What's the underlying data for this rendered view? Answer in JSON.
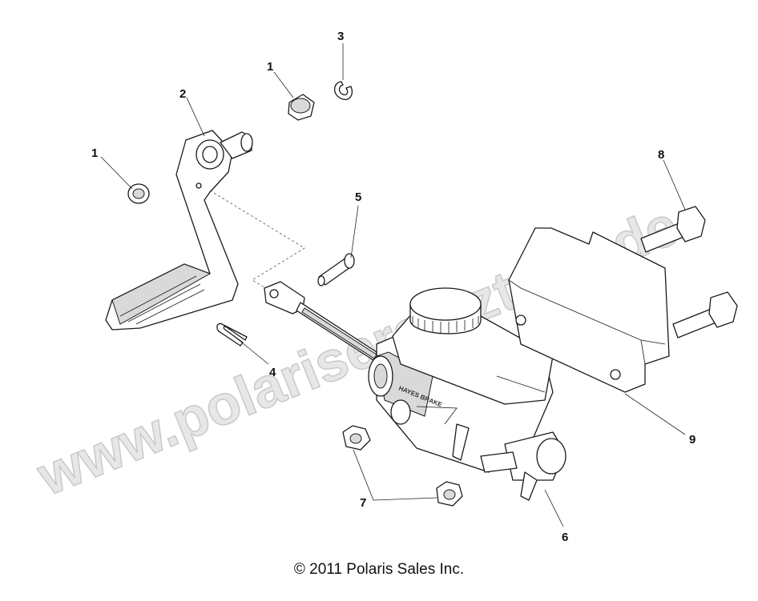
{
  "watermark": "www.polarisersatzteile.de",
  "copyright": "© 2011 Polaris Sales Inc.",
  "callouts": {
    "c1a": "1",
    "c1b": "1",
    "c2": "2",
    "c3": "3",
    "c4": "4",
    "c5": "5",
    "c6": "6",
    "c7": "7",
    "c8": "8",
    "c9": "9"
  },
  "body_stamp": "HAYES BRAKE"
}
